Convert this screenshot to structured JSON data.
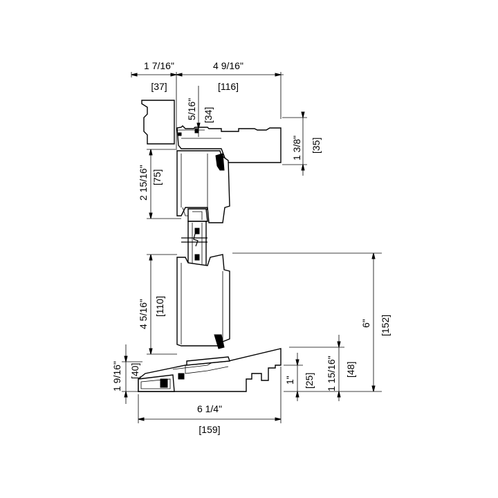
{
  "dimensions": {
    "head_jamb_width": {
      "imperial": "1 7/16\"",
      "metric": "[37]"
    },
    "sill_overall_top": {
      "imperial": "4 9/16\"",
      "metric": "[116]"
    },
    "head_offset": {
      "imperial": "5/16\"",
      "metric": "[34]"
    },
    "head_right_height": {
      "imperial": "1 3/8\"",
      "metric": "[35]"
    },
    "top_rail": {
      "imperial": "2 15/16\"",
      "metric": "[75]"
    },
    "bottom_rail": {
      "imperial": "4 5/16\"",
      "metric": "[110]"
    },
    "sill_left_height": {
      "imperial": "1 9/16\"",
      "metric": "[40]"
    },
    "overall_width": {
      "imperial": "6 1/4\"",
      "metric": "[159]"
    },
    "sill_right_small": {
      "imperial": "1\"",
      "metric": "[25]"
    },
    "sill_right_height": {
      "imperial": "1 15/16\"",
      "metric": "[48]"
    },
    "overall_height": {
      "imperial": "6\"",
      "metric": "[152]"
    }
  }
}
